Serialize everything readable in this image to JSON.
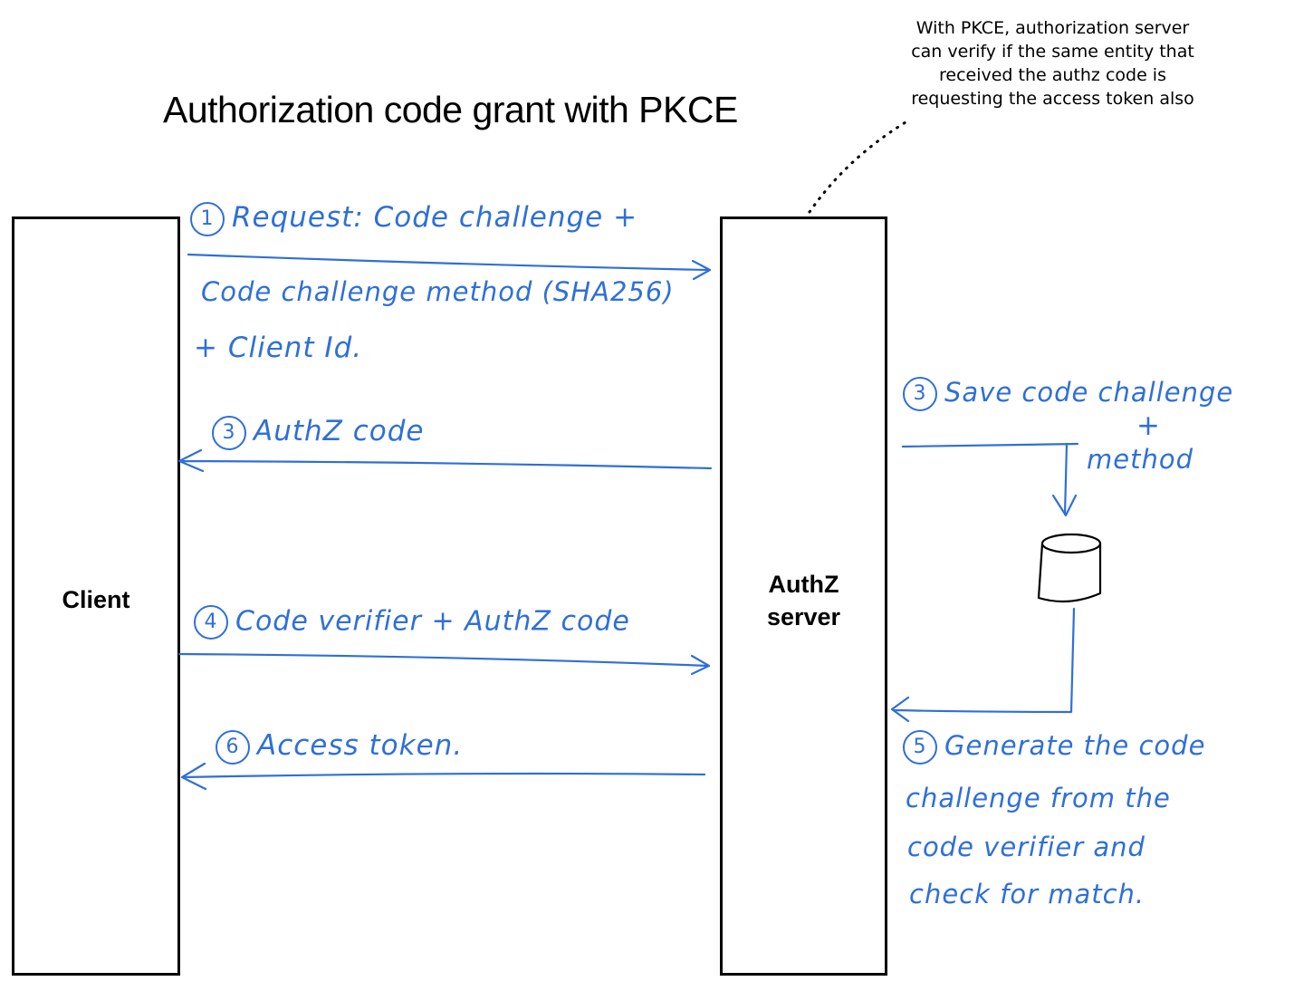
{
  "title": "Authorization code grant with PKCE",
  "note": {
    "line1": "With PKCE, authorization server",
    "line2": "can verify if the same entity that",
    "line3": "received the authz code is",
    "line4": "requesting the access token also"
  },
  "participants": {
    "client": "Client",
    "server_line1": "AuthZ",
    "server_line2": "server"
  },
  "messages": {
    "m1": {
      "num": "1",
      "line1": "Request: Code challenge +",
      "line2": "Code challenge method (SHA256)",
      "line3": "+ Client Id."
    },
    "m3": {
      "num": "3",
      "text": "AuthZ code"
    },
    "m4": {
      "num": "4",
      "text": "Code verifier + AuthZ code"
    },
    "m6": {
      "num": "6",
      "text": "Access token."
    }
  },
  "server_steps": {
    "s3": {
      "num": "3",
      "line1": "Save code challenge",
      "line2": "+",
      "line3": "method"
    },
    "s5": {
      "num": "5",
      "line1": "Generate the code",
      "line2": "challenge from the",
      "line3": "code verifier and",
      "line4": "check for match."
    }
  },
  "colors": {
    "ink": "#2f6fd8",
    "outline": "#000000"
  }
}
